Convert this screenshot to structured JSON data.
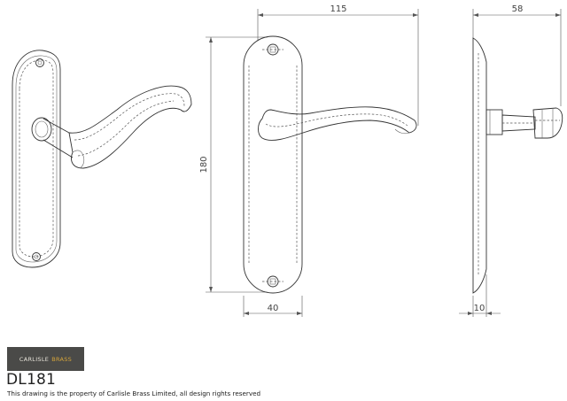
{
  "drawing": {
    "dimensions": {
      "overall_width": "115",
      "projection": "58",
      "height": "180",
      "backplate_width": "40",
      "backplate_thickness": "10"
    }
  },
  "footer": {
    "brand": {
      "part1": "CARLISLE",
      "part2": "BRASS",
      "color1": "#e8e4da",
      "color2": "#d6a53a"
    },
    "model": "DL181",
    "notice": "This drawing is the property of Carlisle Brass Limited, all design rights reserved"
  }
}
